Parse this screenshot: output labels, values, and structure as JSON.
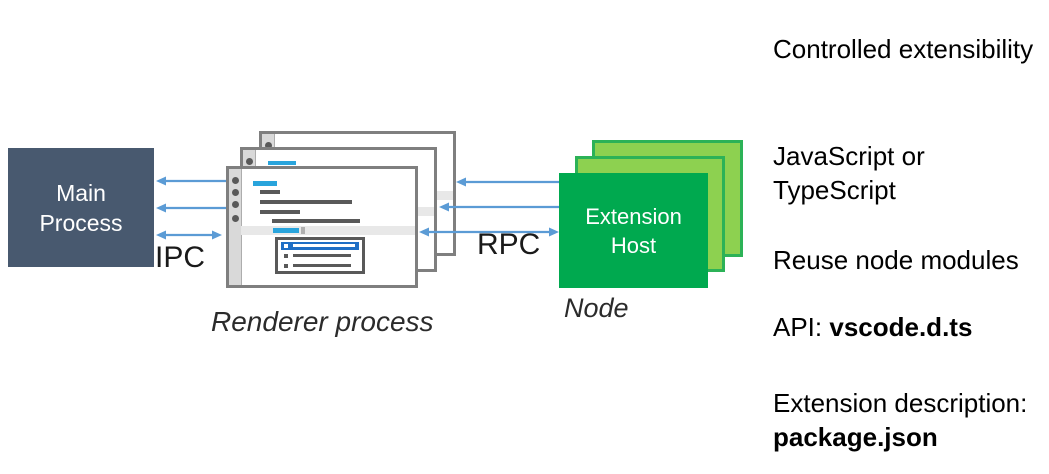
{
  "nodes": {
    "main_process": {
      "label": "Main\nProcess"
    },
    "extension_host": {
      "label": "Extension\nHost"
    },
    "renderer_caption": "Renderer process",
    "node_caption": "Node",
    "ipc_label": "IPC",
    "rpc_label": "RPC"
  },
  "notes": [
    {
      "text": "Controlled extensibility"
    },
    {
      "text": "JavaScript or TypeScript"
    },
    {
      "text": "Reuse node modules"
    },
    {
      "prefix": "API: ",
      "bold": "vscode.d.ts"
    },
    {
      "prefix": "Extension description: ",
      "bold": "package.json"
    }
  ],
  "colors": {
    "main_process_bg": "#48596F",
    "extension_host_bg": "#00A94F",
    "extension_back_bg": "#8DD150",
    "extension_back_border": "#2CB257",
    "arrow_blue": "#5B9BD5",
    "window_border": "#7F7F7F",
    "accent_blue": "#29A4DC",
    "selection_blue": "#1F6FC5",
    "detail_gray": "#595959"
  }
}
